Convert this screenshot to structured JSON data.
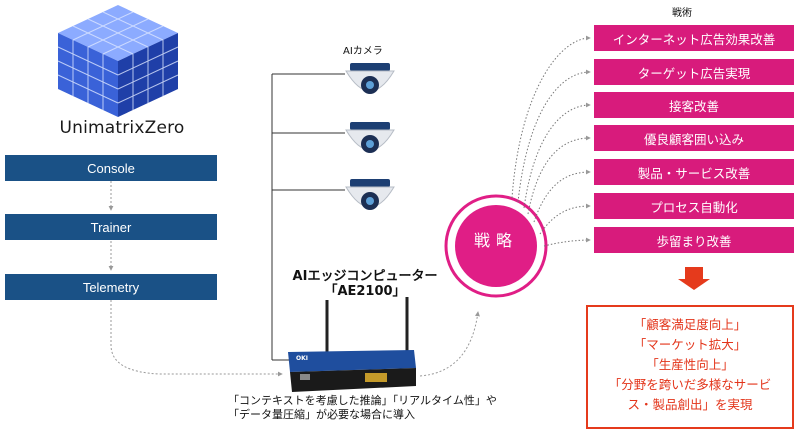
{
  "logo": {
    "name": "UnimatrixZero"
  },
  "pipeline": [
    {
      "label": "Console"
    },
    {
      "label": "Trainer"
    },
    {
      "label": "Telemetry"
    }
  ],
  "cameras": {
    "label": "AIカメラ",
    "count": 3
  },
  "device": {
    "title_line1": "AIエッジコンピューター",
    "title_line2": "「AE2100」",
    "panel_badge": "OKI"
  },
  "note": {
    "line1": "「コンテキストを考慮した推論」「リアルタイム性」や",
    "line2": "「データ量圧縮」が必要な場合に導入"
  },
  "strategy": {
    "label": "戦略"
  },
  "tactics": {
    "title": "戦術",
    "items": [
      {
        "label": "インターネット広告効果改善"
      },
      {
        "label": "ターゲット広告実現"
      },
      {
        "label": "接客改善"
      },
      {
        "label": "優良顧客囲い込み"
      },
      {
        "label": "製品・サービス改善"
      },
      {
        "label": "プロセス自動化"
      },
      {
        "label": "歩留まり改善"
      }
    ]
  },
  "outcomes": {
    "lines": [
      "「顧客満足度向上」",
      "「マーケット拡大」",
      "「生産性向上」",
      "「分野を跨いだ多様なサービ",
      "ス・製品創出」を実現"
    ]
  },
  "colors": {
    "navy": "#1a5186",
    "magenta": "#d81b7c",
    "outcome_red": "#e53a1c",
    "logo_blue": "#2f5fd8"
  }
}
